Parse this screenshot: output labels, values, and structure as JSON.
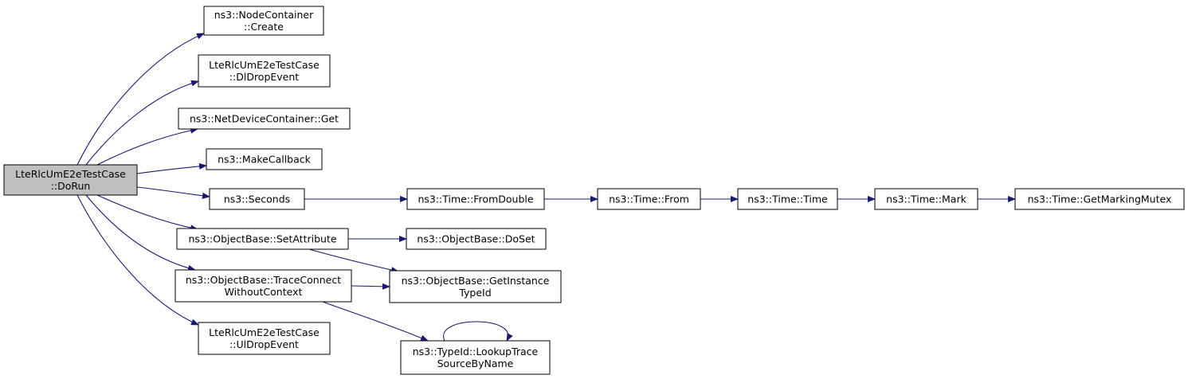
{
  "colors": {
    "node_fill": "#ffffff",
    "root_fill": "#bfbfbf",
    "node_border": "#000000",
    "edge": "#191970",
    "text": "#000000"
  },
  "nodes": [
    {
      "id": "dorun",
      "lines": [
        "LteRlcUmE2eTestCase",
        "::DoRun"
      ],
      "root": true
    },
    {
      "id": "create",
      "lines": [
        "ns3::NodeContainer",
        "::Create"
      ]
    },
    {
      "id": "dldrop",
      "lines": [
        "LteRlcUmE2eTestCase",
        "::DlDropEvent"
      ]
    },
    {
      "id": "ndcget",
      "lines": [
        "ns3::NetDeviceContainer::Get"
      ]
    },
    {
      "id": "makecb",
      "lines": [
        "ns3::MakeCallback"
      ]
    },
    {
      "id": "seconds",
      "lines": [
        "ns3::Seconds"
      ]
    },
    {
      "id": "setattr",
      "lines": [
        "ns3::ObjectBase::SetAttribute"
      ]
    },
    {
      "id": "traceconn",
      "lines": [
        "ns3::ObjectBase::TraceConnect",
        "WithoutContext"
      ]
    },
    {
      "id": "uldrop",
      "lines": [
        "LteRlcUmE2eTestCase",
        "::UlDropEvent"
      ]
    },
    {
      "id": "fromdouble",
      "lines": [
        "ns3::Time::FromDouble"
      ]
    },
    {
      "id": "doset",
      "lines": [
        "ns3::ObjectBase::DoSet"
      ]
    },
    {
      "id": "getinst",
      "lines": [
        "ns3::ObjectBase::GetInstance",
        "TypeId"
      ]
    },
    {
      "id": "lookup",
      "lines": [
        "ns3::TypeId::LookupTrace",
        "SourceByName"
      ]
    },
    {
      "id": "from",
      "lines": [
        "ns3::Time::From"
      ]
    },
    {
      "id": "time",
      "lines": [
        "ns3::Time::Time"
      ]
    },
    {
      "id": "mark",
      "lines": [
        "ns3::Time::Mark"
      ]
    },
    {
      "id": "mutex",
      "lines": [
        "ns3::Time::GetMarkingMutex"
      ]
    }
  ],
  "edges": [
    {
      "from": "dorun",
      "to": "create"
    },
    {
      "from": "dorun",
      "to": "dldrop"
    },
    {
      "from": "dorun",
      "to": "ndcget"
    },
    {
      "from": "dorun",
      "to": "makecb"
    },
    {
      "from": "dorun",
      "to": "seconds"
    },
    {
      "from": "dorun",
      "to": "setattr"
    },
    {
      "from": "dorun",
      "to": "traceconn"
    },
    {
      "from": "dorun",
      "to": "uldrop"
    },
    {
      "from": "seconds",
      "to": "fromdouble"
    },
    {
      "from": "fromdouble",
      "to": "from"
    },
    {
      "from": "from",
      "to": "time"
    },
    {
      "from": "time",
      "to": "mark"
    },
    {
      "from": "mark",
      "to": "mutex"
    },
    {
      "from": "setattr",
      "to": "doset"
    },
    {
      "from": "setattr",
      "to": "getinst"
    },
    {
      "from": "traceconn",
      "to": "getinst"
    },
    {
      "from": "traceconn",
      "to": "lookup"
    },
    {
      "from": "lookup",
      "to": "lookup"
    }
  ]
}
